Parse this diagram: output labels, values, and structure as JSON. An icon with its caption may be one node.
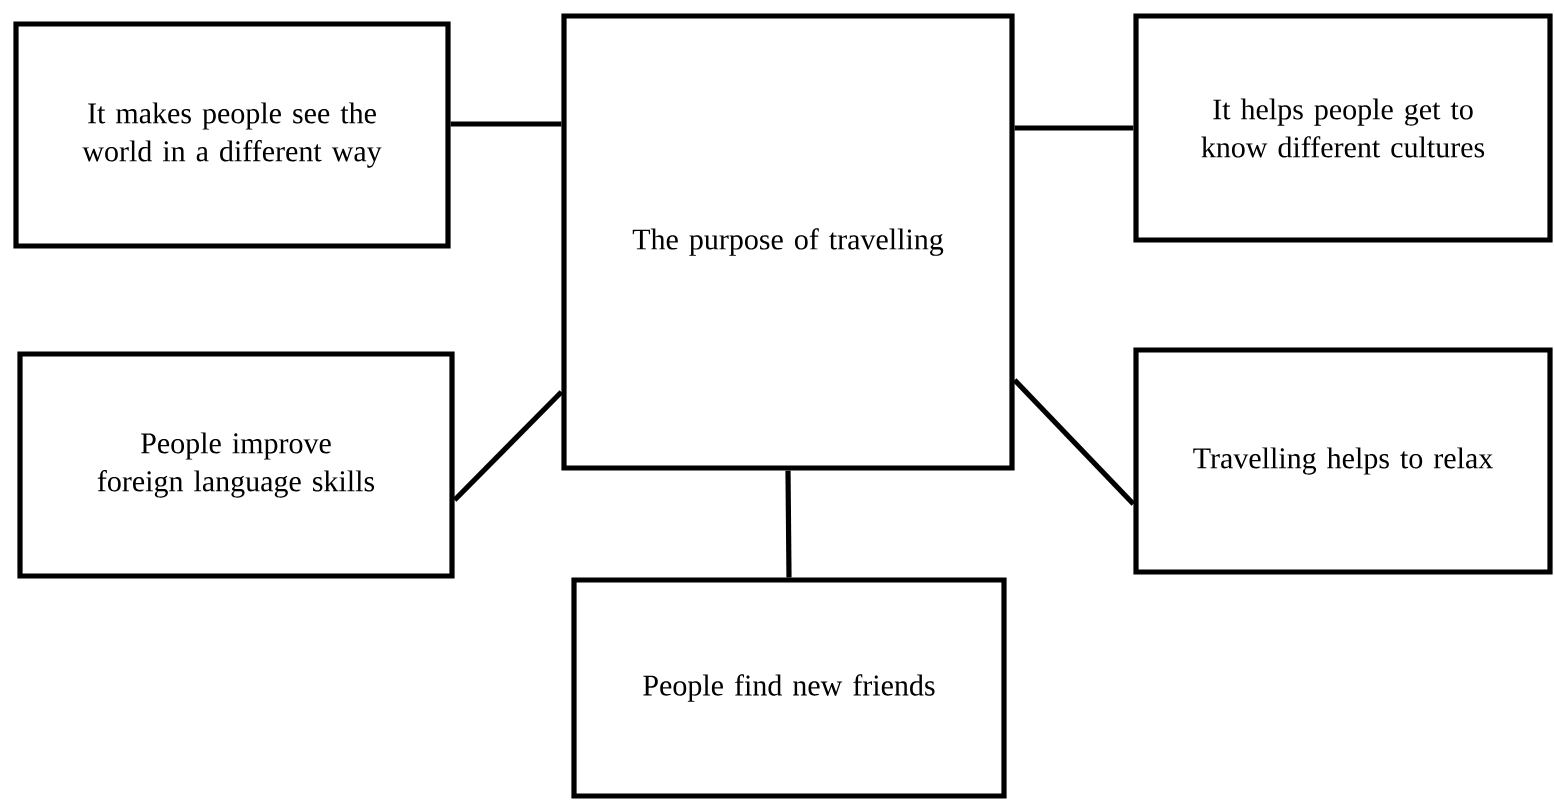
{
  "diagram": {
    "nodes": [
      {
        "text": [
          "The purpose of travelling"
        ]
      },
      {
        "text": [
          "It makes people see the world in a different way"
        ]
      },
      {
        "text": [
          "It helps people get to know different cultures"
        ]
      },
      {
        "text": [
          "People improve foreign language skills"
        ]
      },
      {
        "text": [
          "Travelling helps to relax"
        ]
      },
      {
        "text": [
          "People find new friends"
        ]
      }
    ],
    "edges": [
      {
        "from": 1,
        "to": 0,
        "arrow": "none"
      },
      {
        "from": 0,
        "to": 2,
        "arrow": "none"
      },
      {
        "from": 3,
        "to": 0,
        "arrow": "none"
      },
      {
        "from": 0,
        "to": 4,
        "arrow": "none"
      },
      {
        "from": 0,
        "to": 5,
        "arrow": "none"
      }
    ]
  }
}
